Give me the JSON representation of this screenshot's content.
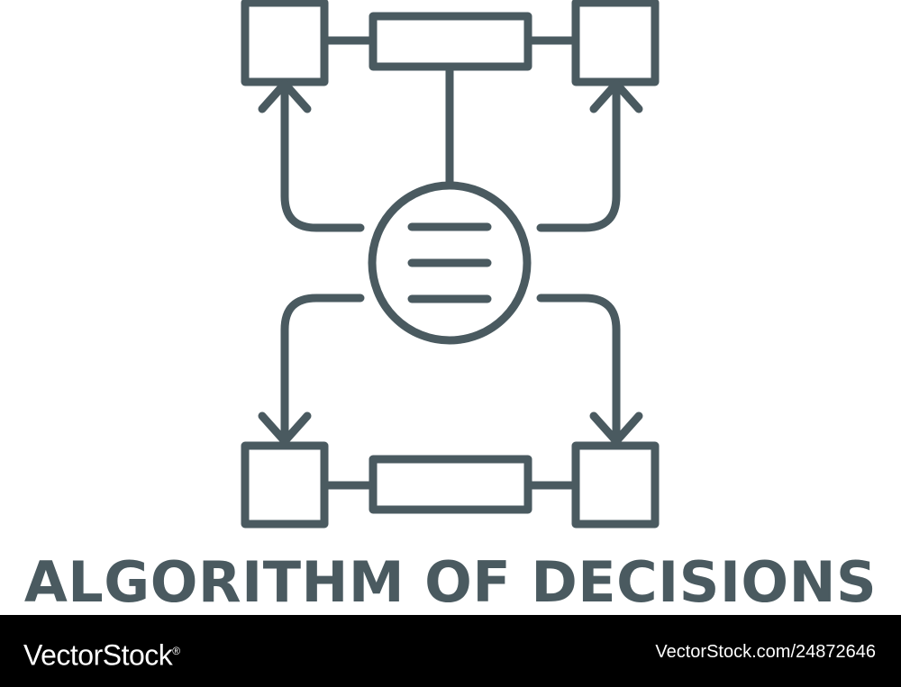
{
  "caption": "ALGORITHM OF DECISIONS",
  "footer": {
    "brand": "VectorStock",
    "brand_mark": "®",
    "image_id": "VectorStock.com/24872646"
  },
  "colors": {
    "icon_stroke": "#4a5a60",
    "caption_text": "#4a5a60",
    "footer_bg": "#000000",
    "footer_text": "#ffffff"
  },
  "icon": {
    "name": "algorithm-of-decisions-icon"
  }
}
